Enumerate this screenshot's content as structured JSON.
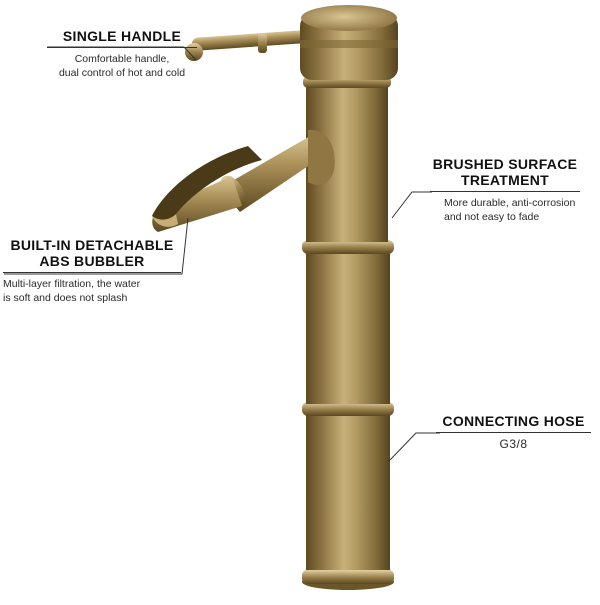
{
  "image": {
    "subject": "antique brass bamboo-style basin faucet",
    "colors": {
      "brass_dark": "#6f5a2c",
      "brass_mid": "#a88d55",
      "brass_light": "#d4bf8c",
      "background": "#ffffff",
      "text": "#1a1a1a"
    }
  },
  "callouts": {
    "handle": {
      "title": "SINGLE HANDLE",
      "desc1": "Comfortable handle,",
      "desc2": "dual control of hot and cold"
    },
    "surface": {
      "title1": "BRUSHED SURFACE",
      "title2": "TREATMENT",
      "desc1": "More durable, anti-corrosion",
      "desc2": "and not easy to fade"
    },
    "bubbler": {
      "title1": "BUILT-IN DETACHABLE",
      "title2": "ABS BUBBLER",
      "desc1": "Multi-layer filtration, the water",
      "desc2": "is soft and does not splash"
    },
    "hose": {
      "title": "CONNECTING HOSE",
      "desc": "G3/8"
    }
  }
}
